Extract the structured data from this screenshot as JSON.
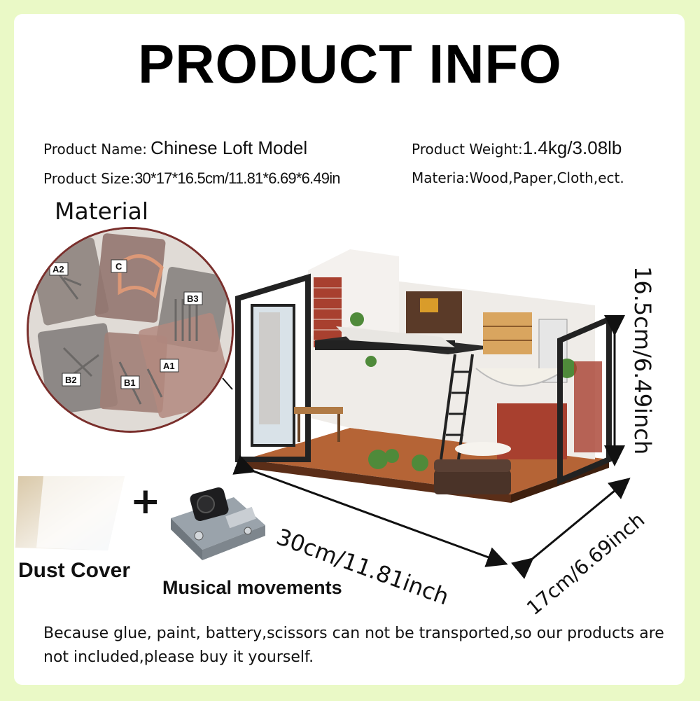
{
  "header": {
    "title": "PRODUCT INFO"
  },
  "specs": {
    "name_label": "Product Name:",
    "name_value": "Chinese Loft Model",
    "weight_label": "Product Weight:",
    "weight_value": "1.4kg/3.08lb",
    "size_label": "Product Size:",
    "size_value": "30*17*16.5cm/11.81*6.69*6.49in",
    "material_label": "Materia:",
    "material_value": "Wood,Paper,Cloth,ect."
  },
  "material": {
    "title": "Material",
    "bag_labels": [
      "A2",
      "C",
      "B3",
      "B2",
      "B1",
      "A1"
    ]
  },
  "accessories": {
    "dust_cover": "Dust Cover",
    "plus": "+",
    "music": "Musical movements"
  },
  "dimensions": {
    "length": "30cm/11.81inch",
    "depth": "17cm/6.69inch",
    "height": "16.5cm/6.49inch"
  },
  "footer": {
    "note": "Because glue, paint, battery,scissors can not be transported,so our products are not included,please buy it yourself."
  },
  "colors": {
    "background": "#eaf9c6",
    "card": "#ffffff",
    "text": "#111111",
    "circle_border": "#7a2f2c"
  }
}
